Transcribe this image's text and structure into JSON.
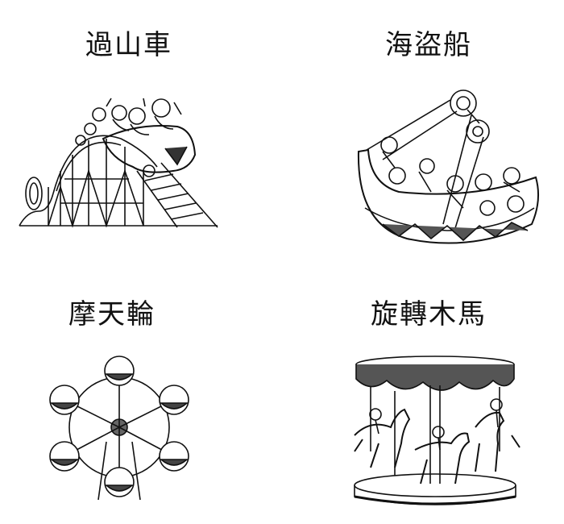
{
  "rides": [
    {
      "label": "過山車",
      "icon": "roller-coaster-icon"
    },
    {
      "label": "海盜船",
      "icon": "pirate-ship-icon"
    },
    {
      "label": "摩天輪",
      "icon": "ferris-wheel-icon"
    },
    {
      "label": "旋轉木馬",
      "icon": "carousel-icon"
    }
  ]
}
